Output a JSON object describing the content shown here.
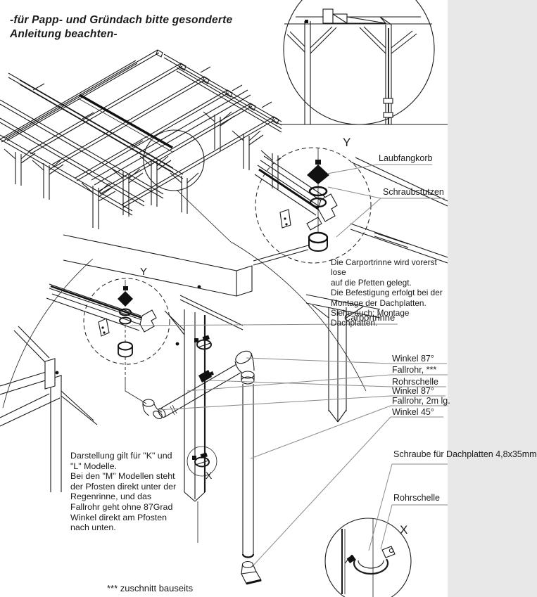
{
  "colors": {
    "background": "#ffffff",
    "line": "#1a1a1a",
    "leader": "#8a8a8a"
  },
  "title": "-für Papp- und Gründach bitte gesonderte\nAnleitung beachten-",
  "detail_y": {
    "letter": "Y",
    "label_laubfangkorb": "Laubfangkorb",
    "label_schraubstutzen": "Schraubstutzen"
  },
  "gutter_note": "Die Carportrinne wird vorerst lose\nauf die Pfetten gelegt.\nDie Befestigung erfolgt bei der\nMontage der Dachplatten.\nSiehe auch: Montage Dachplatten.",
  "label_carportrinne": "Carportrinne",
  "pipe_labels": [
    "Winkel 87°",
    "Fallrohr, ***",
    "Rohrschelle",
    "Winkel 87°",
    "Fallrohr, 2m lg.",
    "Winkel 45°"
  ],
  "detail_x": {
    "letter": "X",
    "label_schraube": "Schraube für\nDachplatten\n4,8x35mm",
    "label_rohrschelle": "Rohrschelle"
  },
  "models_note": "Darstellung gilt für \"K\" und\n\"L\" Modelle.\nBei den \"M\" Modellen steht\nder Pfosten direkt unter der\nRegenrinne, und das\nFallrohr geht ohne 87Grad\nWinkel direkt am Pfosten\nnach unten.",
  "footnote": "*** zuschnitt bauseits"
}
